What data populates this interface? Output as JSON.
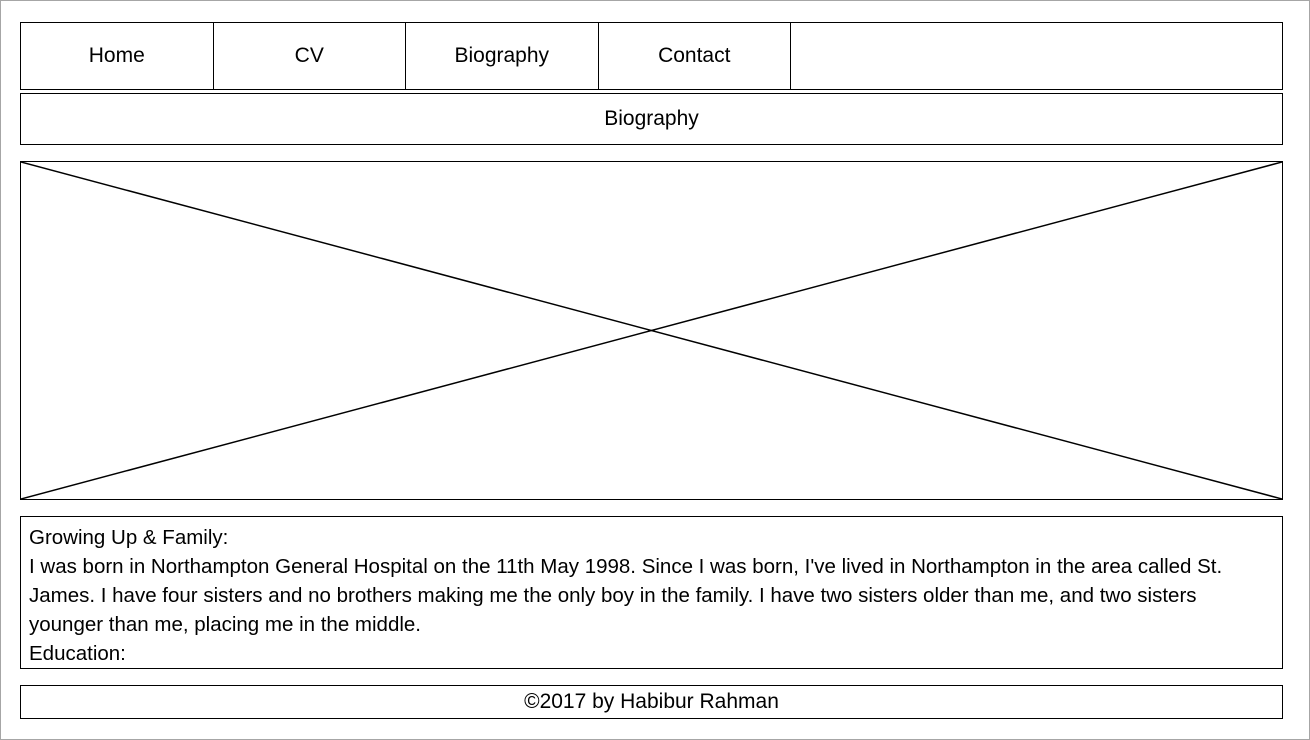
{
  "nav": {
    "items": [
      {
        "label": "Home"
      },
      {
        "label": "CV"
      },
      {
        "label": "Biography"
      },
      {
        "label": "Contact"
      }
    ]
  },
  "page": {
    "title": "Biography"
  },
  "content": {
    "heading_growing": "Growing Up & Family:",
    "paragraph": "I was born in Northampton General Hospital on the 11th May 1998. Since I was born, I've lived in Northampton in the area called St. James. I have four sisters and no brothers making me the only boy in the family. I have two sisters older than me, and two sisters younger than me, placing me in the middle.",
    "heading_education": "Education:"
  },
  "footer": {
    "text": "©2017 by Habibur Rahman"
  }
}
